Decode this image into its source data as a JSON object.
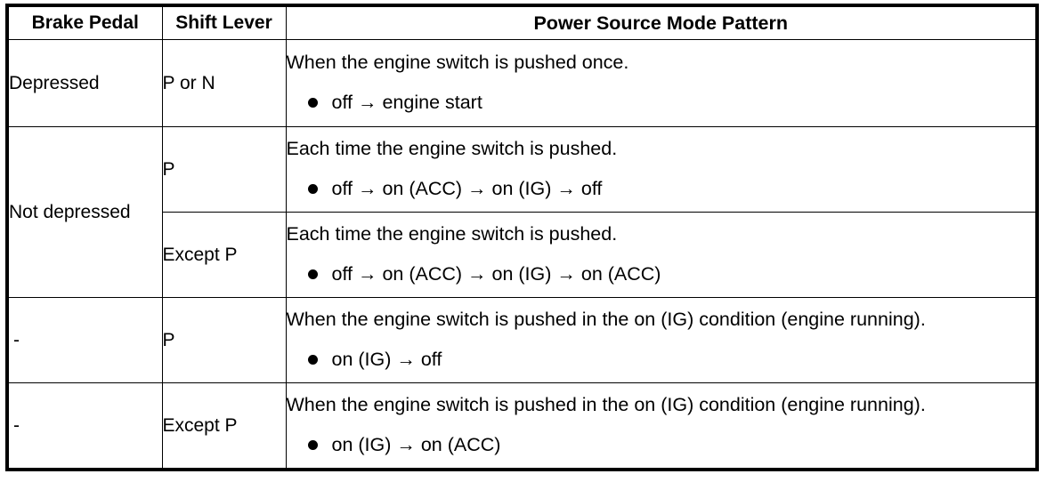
{
  "table": {
    "columns": [
      {
        "key": "brake_pedal",
        "label": "Brake Pedal"
      },
      {
        "key": "shift_lever",
        "label": "Shift Lever"
      },
      {
        "key": "power_source_mode_pattern",
        "label": "Power Source Mode Pattern"
      }
    ],
    "rows": [
      {
        "brake_pedal": "Depressed",
        "shift_lever": "P or N",
        "pattern_lead": "When the engine switch is pushed once.",
        "pattern_bullet": "off → engine start"
      },
      {
        "brake_pedal": "Not depressed",
        "shift_lever": "P",
        "pattern_lead": "Each time the engine switch is pushed.",
        "pattern_bullet": "off → on (ACC) → on (IG) → off"
      },
      {
        "brake_pedal": "",
        "shift_lever": "Except P",
        "pattern_lead": "Each time the engine switch is pushed.",
        "pattern_bullet": "off → on (ACC) → on (IG) → on (ACC)"
      },
      {
        "brake_pedal": "-",
        "shift_lever": "P",
        "pattern_lead": "When the engine switch is pushed in the on (IG) condition (engine running).",
        "pattern_bullet": "on (IG) → off"
      },
      {
        "brake_pedal": "-",
        "shift_lever": "Except P",
        "pattern_lead": "When the engine switch is pushed in the on (IG) condition (engine running).",
        "pattern_bullet": "on (IG) → on (ACC)"
      }
    ]
  },
  "colors": {
    "border": "#000000",
    "text": "#000000",
    "background": "#ffffff"
  }
}
